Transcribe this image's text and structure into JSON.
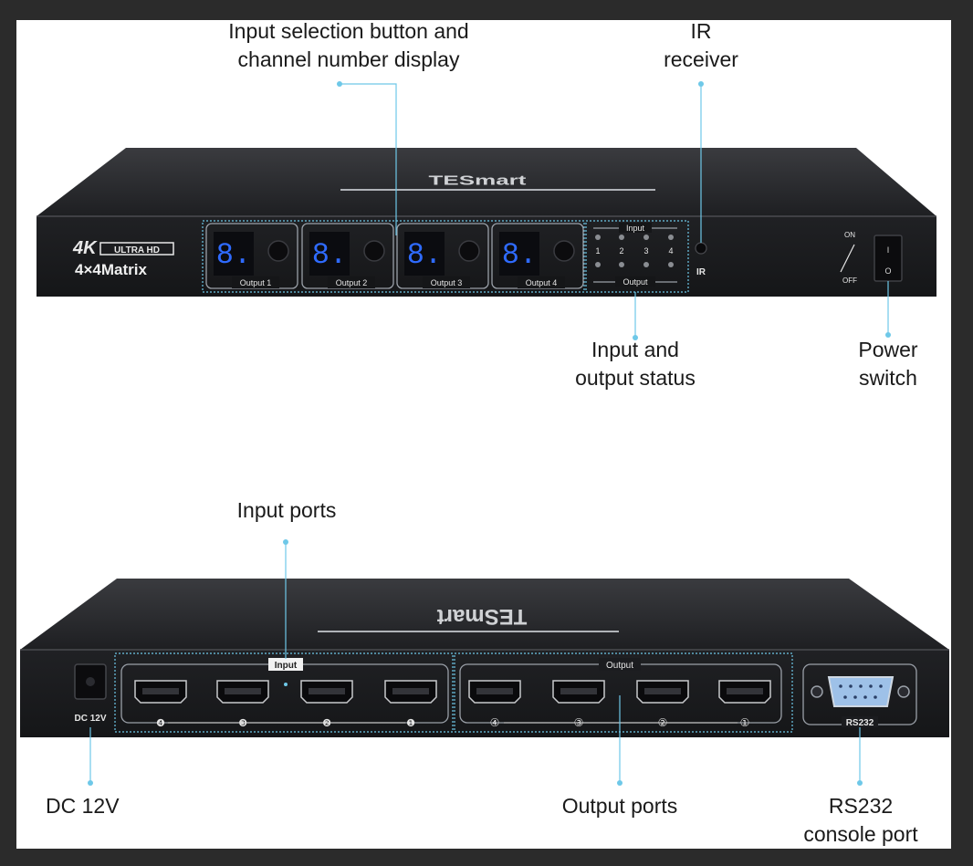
{
  "callouts": {
    "input_selection": {
      "line1": "Input selection button and",
      "line2": "channel number display"
    },
    "ir_receiver": {
      "line1": "IR",
      "line2": "receiver"
    },
    "io_status": {
      "line1": "Input and",
      "line2": "output status"
    },
    "power_switch": {
      "line1": "Power",
      "line2": "switch"
    },
    "input_ports": {
      "line1": "Input ports"
    },
    "dc": {
      "line1": "DC 12V"
    },
    "output_ports": {
      "line1": "Output ports"
    },
    "rs232": {
      "line1": "RS232",
      "line2": "console port"
    }
  },
  "front_panel": {
    "brand": "TESmart",
    "model_badge": "4K",
    "badge_text": "ULTRA HD",
    "model": "4×4Matrix",
    "segment_digit": "8.",
    "outputs": [
      "Output 1",
      "Output 2",
      "Output 3",
      "Output 4"
    ],
    "status_input_label": "Input",
    "status_output_label": "Output",
    "status_numbers": [
      "1",
      "2",
      "3",
      "4"
    ],
    "ir_label": "IR",
    "switch_on": "ON",
    "switch_off": "OFF",
    "switch_mark_on": "I",
    "switch_mark_off": "O"
  },
  "rear_panel": {
    "dc_label": "DC 12V",
    "input_group_label": "Input",
    "output_group_label": "Output",
    "input_numbers": [
      "❹",
      "❸",
      "❷",
      "❶"
    ],
    "output_numbers": [
      "④",
      "③",
      "②",
      "①"
    ],
    "rs232_label": "RS232"
  },
  "colors": {
    "callout_line": "#6ec8e8",
    "device_body": "#1d1e20",
    "device_top": "#2c2d30",
    "segment_on": "#2f6bff",
    "panel_outline": "#9aa0a8"
  }
}
